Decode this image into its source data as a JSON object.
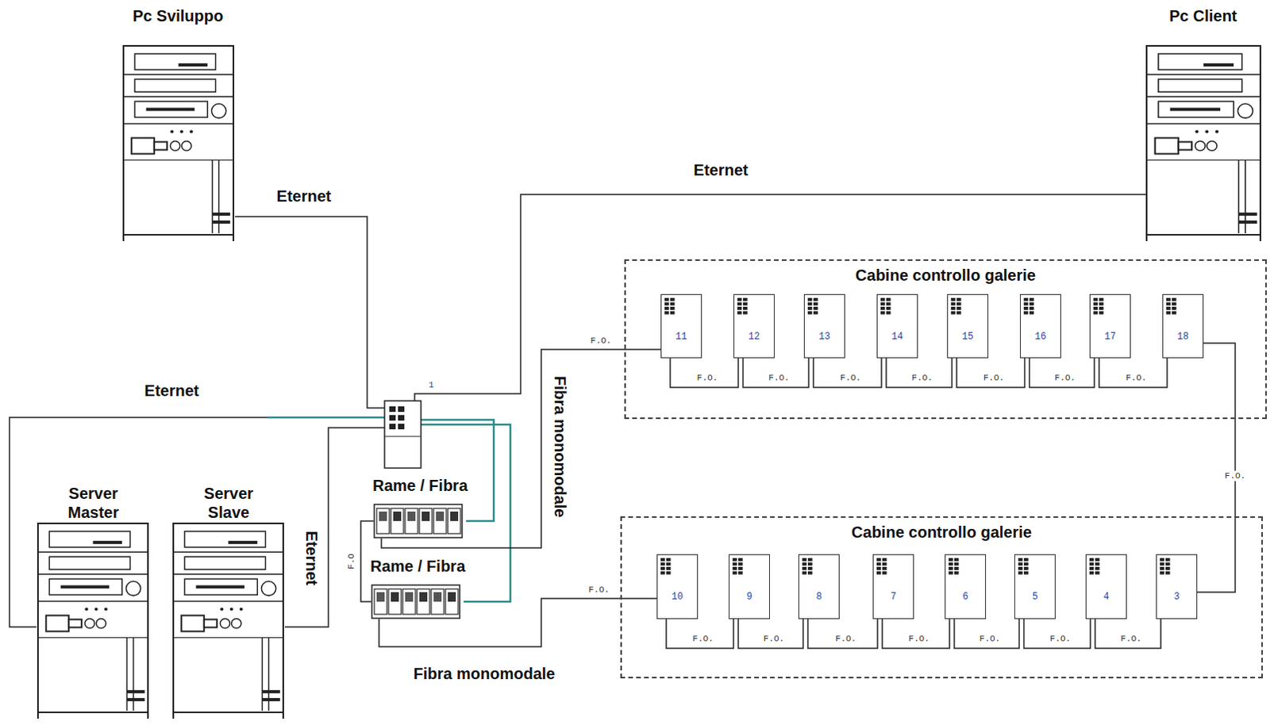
{
  "diagram": {
    "nodes": [
      {
        "text": [
          "Pc Sviluppo"
        ]
      },
      {
        "text": [
          "Pc Client"
        ]
      },
      {
        "text": [
          "Server Master"
        ]
      },
      {
        "text": [
          "Server Slave"
        ]
      },
      {
        "text": [
          "Rame / Fibra"
        ]
      },
      {
        "text": [
          "Rame / Fibra"
        ]
      },
      {
        "text": [
          "Cabine controllo galerie"
        ]
      },
      {
        "text": [
          "11"
        ],
        "in": 6
      },
      {
        "text": [
          "12"
        ],
        "in": 6
      },
      {
        "text": [
          "13"
        ],
        "in": 6
      },
      {
        "text": [
          "14"
        ],
        "in": 6
      },
      {
        "text": [
          "15"
        ],
        "in": 6
      },
      {
        "text": [
          "16"
        ],
        "in": 6
      },
      {
        "text": [
          "17"
        ],
        "in": 6
      },
      {
        "text": [
          "18"
        ],
        "in": 6
      },
      {
        "text": [
          "Cabine controllo galerie"
        ]
      },
      {
        "text": [
          "10"
        ],
        "in": 15
      },
      {
        "text": [
          "9"
        ],
        "in": 15
      },
      {
        "text": [
          "8"
        ],
        "in": 15
      },
      {
        "text": [
          "7"
        ],
        "in": 15
      },
      {
        "text": [
          "6"
        ],
        "in": 15
      },
      {
        "text": [
          "5"
        ],
        "in": 15
      },
      {
        "text": [
          "4"
        ],
        "in": 15
      },
      {
        "text": [
          "3"
        ],
        "in": 15
      }
    ],
    "edges": [
      {
        "from": 4,
        "to": 7,
        "label": "F.O.",
        "arrow": "none"
      },
      {
        "from": 7,
        "to": 8,
        "label": "F.O.",
        "arrow": "none"
      },
      {
        "from": 8,
        "to": 9,
        "label": "F.O.",
        "arrow": "none"
      },
      {
        "from": 9,
        "to": 10,
        "label": "F.O.",
        "arrow": "none"
      },
      {
        "from": 10,
        "to": 11,
        "label": "F.O.",
        "arrow": "none"
      },
      {
        "from": 11,
        "to": 12,
        "label": "F.O.",
        "arrow": "none"
      },
      {
        "from": 12,
        "to": 13,
        "label": "F.O.",
        "arrow": "none"
      },
      {
        "from": 13,
        "to": 14,
        "label": "F.O.",
        "arrow": "none"
      },
      {
        "from": 14,
        "to": 23,
        "label": "F.O.",
        "arrow": "none"
      },
      {
        "from": 16,
        "to": 17,
        "label": "F.O.",
        "arrow": "none"
      },
      {
        "from": 17,
        "to": 18,
        "label": "F.O.",
        "arrow": "none"
      },
      {
        "from": 18,
        "to": 19,
        "label": "F.O.",
        "arrow": "none"
      },
      {
        "from": 19,
        "to": 20,
        "label": "F.O.",
        "arrow": "none"
      },
      {
        "from": 20,
        "to": 21,
        "label": "F.O.",
        "arrow": "none"
      },
      {
        "from": 21,
        "to": 22,
        "label": "F.O.",
        "arrow": "none"
      },
      {
        "from": 22,
        "to": 23,
        "label": "F.O.",
        "arrow": "none"
      },
      {
        "from": 5,
        "to": 16,
        "label": "F.O.",
        "arrow": "none"
      },
      {
        "from": 4,
        "to": 5,
        "label": "F.O",
        "arrow": "none"
      }
    ],
    "labels": [
      "Eternet",
      "Eternet",
      "Eternet",
      "Eternet",
      "1",
      "Fibra monomodale",
      "Fibra monomodale"
    ]
  }
}
